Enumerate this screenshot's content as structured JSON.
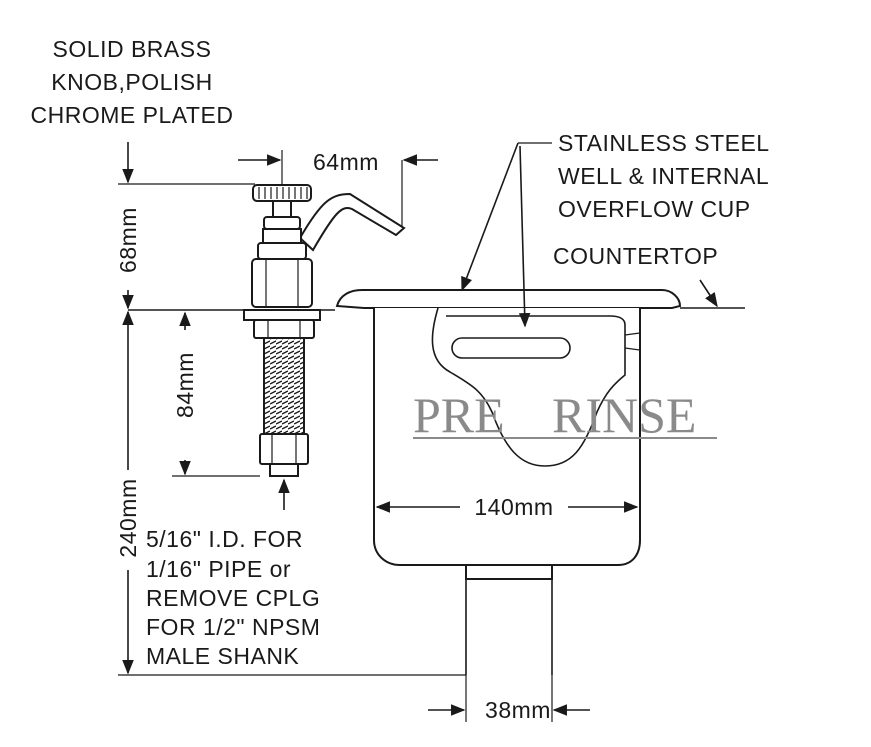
{
  "labels": {
    "knob_line1": "SOLID BRASS",
    "knob_line2": "KNOB,POLISH",
    "knob_line3": "CHROME PLATED",
    "well_line1": "STAINLESS STEEL",
    "well_line2": "WELL & INTERNAL",
    "well_line3": "OVERFLOW CUP",
    "countertop": "COUNTERTOP",
    "pipe_line1": "5/16\" I.D. FOR",
    "pipe_line2": "1/16\" PIPE or",
    "pipe_line3": "REMOVE CPLG",
    "pipe_line4": "FOR 1/2\" NPSM",
    "pipe_line5": "MALE SHANK"
  },
  "dimensions": {
    "spout_reach": "64mm",
    "valve_height": "68mm",
    "shank_length": "84mm",
    "total_depth": "240mm",
    "well_width": "140mm",
    "drain_width": "38mm"
  },
  "watermark": {
    "word1": "PRE",
    "word2": "RINSE"
  }
}
